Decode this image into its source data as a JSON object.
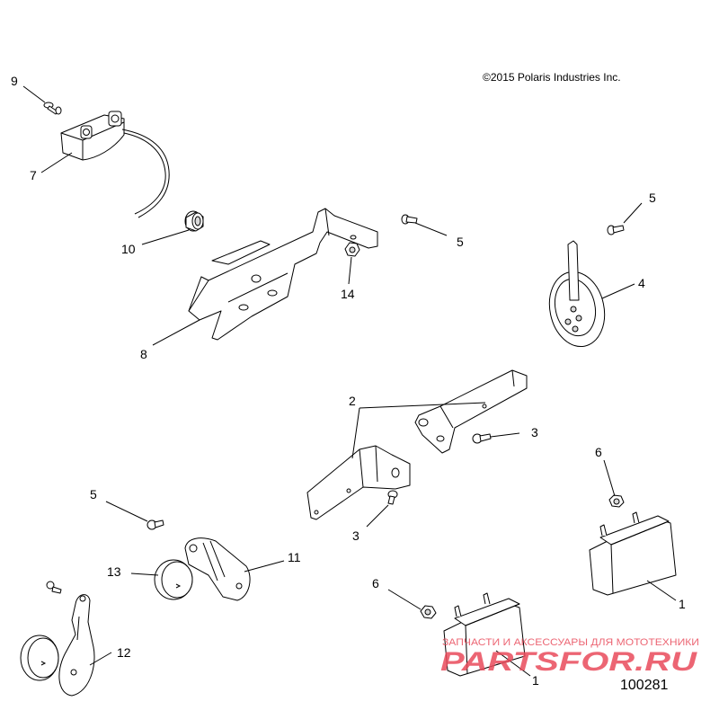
{
  "copyright": "©2015 Polaris Industries Inc.",
  "diagram_number": "100281",
  "watermark": {
    "tagline": "ЗАПЧАСТИ И АКСЕССУАРЫ ДЛЯ МОТОТЕХНИКИ",
    "brand": "PARTSFOR.RU",
    "color": "#e94b5b"
  },
  "callouts": {
    "c9": "9",
    "c7": "7",
    "c10": "10",
    "c8": "8",
    "c14": "14",
    "c5_top_mid": "5",
    "c5_top_right": "5",
    "c4": "4",
    "c2": "2",
    "c3_upper": "3",
    "c3_lower": "3",
    "c6_right": "6",
    "c1_right": "1",
    "c5_left": "5",
    "c11": "11",
    "c13": "13",
    "c12": "12",
    "c6_bottom": "6",
    "c1_bottom": "1"
  }
}
